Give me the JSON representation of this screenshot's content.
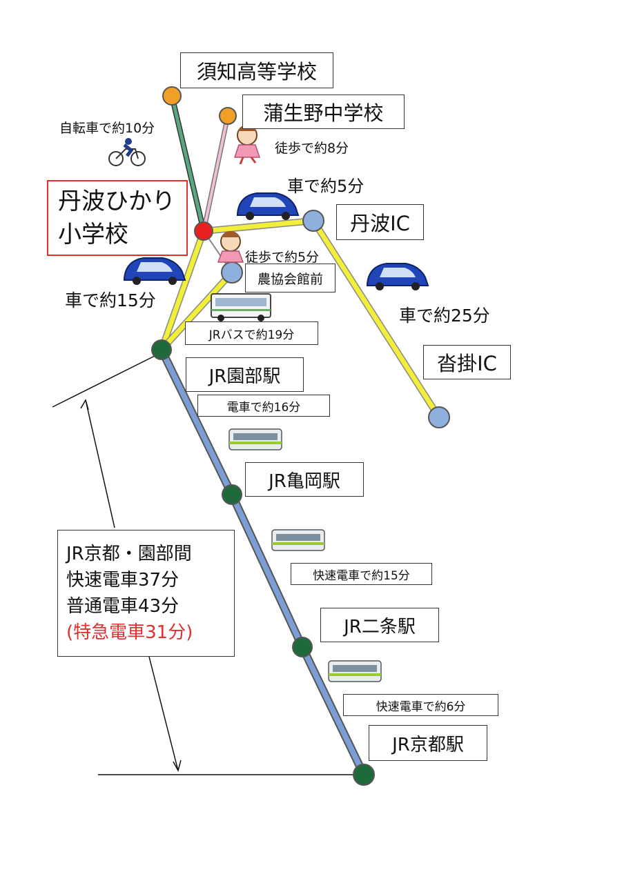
{
  "labels": {
    "suchi_high": "須知高等学校",
    "gamouno_jhs": "蒲生野中学校",
    "school_line1": "丹波ひかり",
    "school_line2": "小学校",
    "tamba_ic": "丹波IC",
    "kutsukake_ic": "沓掛IC",
    "nokyo": "農協会館前",
    "sonobe": "JR園部駅",
    "kameoka": "JR亀岡駅",
    "nijo": "JR二条駅",
    "kyoto": "JR京都駅"
  },
  "travel": {
    "bike": "自転車で約10分",
    "walk8": "徒歩で約8分",
    "car5": "車で約5分",
    "walk5": "徒歩で約5分",
    "car15": "車で約15分",
    "car25": "車で約25分",
    "bus19": "JRバスで約19分",
    "train16": "電車で約16分",
    "rapid15": "快速電車で約15分",
    "rapid6": "快速電車で約6分"
  },
  "summary": {
    "line1": "JR京都・園部間",
    "line2": "快速電車37分",
    "line3": "普通電車43分",
    "line4": "(特急電車31分)"
  },
  "colors": {
    "orange_node": "#f0a028",
    "red_node": "#e82020",
    "blue_node": "#8fb0dc",
    "green_node": "#1f6a3a",
    "yellow_road": "#f2ef3a",
    "rail_blue": "#7b9fd4",
    "teal_route": "#5aa882",
    "pink_route": "#f0c0d8",
    "school_border": "#e0302e",
    "car_body": "#1f45b8"
  }
}
